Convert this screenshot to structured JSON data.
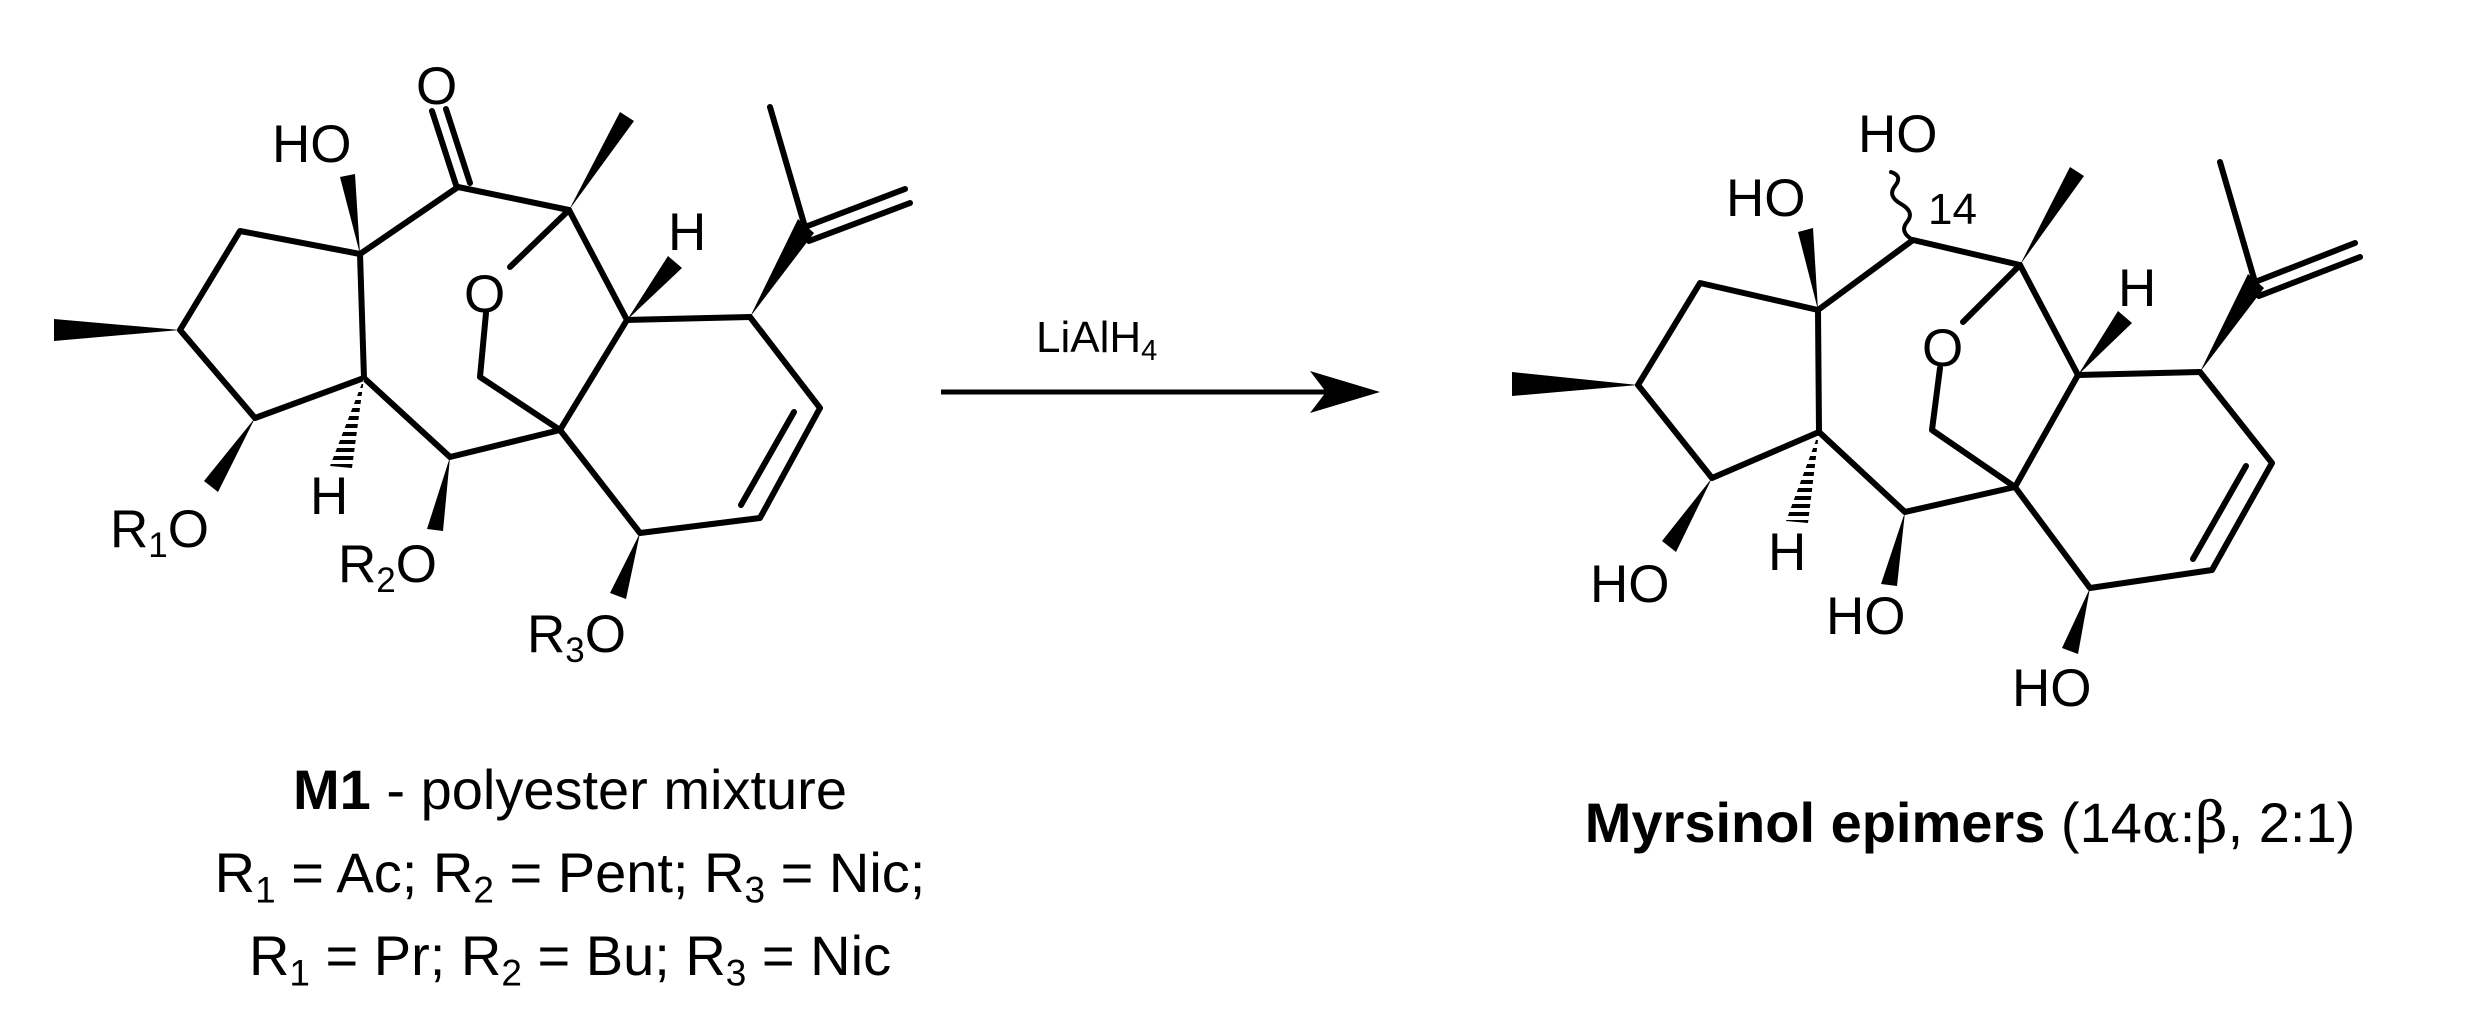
{
  "reagent": {
    "text": "LiAlH",
    "sub": "4"
  },
  "left_molecule": {
    "labels": {
      "carbonyl_o": "O",
      "ho": "HO",
      "bridge_o": "O",
      "h_top": "H",
      "h_bottom": "H",
      "r1o": {
        "R": "R",
        "n": "1",
        "O": "O"
      },
      "r2o": {
        "R": "R",
        "n": "2",
        "O": "O"
      },
      "r3o": {
        "R": "R",
        "n": "3",
        "O": "O"
      }
    },
    "caption": {
      "name": "M1",
      "desc": " - polyester mixture",
      "line1": [
        {
          "R": "R",
          "n": "1",
          "v": " = Ac; "
        },
        {
          "R": "R",
          "n": "2",
          "v": " = Pent; "
        },
        {
          "R": "R",
          "n": "3",
          "v": " = Nic;"
        }
      ],
      "line2": [
        {
          "R": "R",
          "n": "1",
          "v": " = Pr; "
        },
        {
          "R": "R",
          "n": "2",
          "v": " = Bu; "
        },
        {
          "R": "R",
          "n": "3",
          "v": " = Nic"
        }
      ]
    }
  },
  "right_molecule": {
    "labels": {
      "ho14": "HO",
      "num14": "14",
      "ho_quat": "HO",
      "bridge_o": "O",
      "h_top": "H",
      "h_bottom": "H",
      "ho_left": "HO",
      "ho_mid": "HO",
      "ho_bottom": "HO"
    },
    "caption": {
      "name": "Myrsinol epimers",
      "detail_open": " (14",
      "alpha": "α",
      "colon": ":",
      "beta": "β",
      "detail_close": ", 2:1)"
    }
  }
}
